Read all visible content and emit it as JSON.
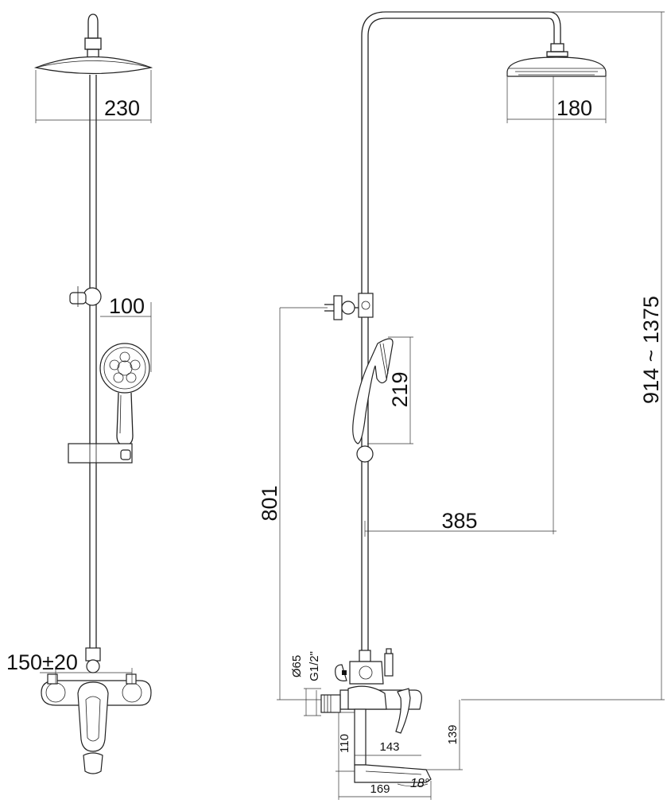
{
  "drawing": {
    "front_view": {
      "overhead_shower_width": "230",
      "hand_shower_width": "100",
      "inlet_centers": "150±20"
    },
    "side_view": {
      "overhead_shower_width": "180",
      "hand_shower_height": "219",
      "total_height_range": "914 ~ 1375",
      "bracket_height": "801",
      "arm_reach": "385",
      "connection_dia": "Ø65",
      "connection_thread": "G1/2\"",
      "spout_height_a": "110",
      "spout_length": "143",
      "spout_height_b": "139",
      "spout_reach": "169",
      "spout_angle": "18°"
    }
  }
}
